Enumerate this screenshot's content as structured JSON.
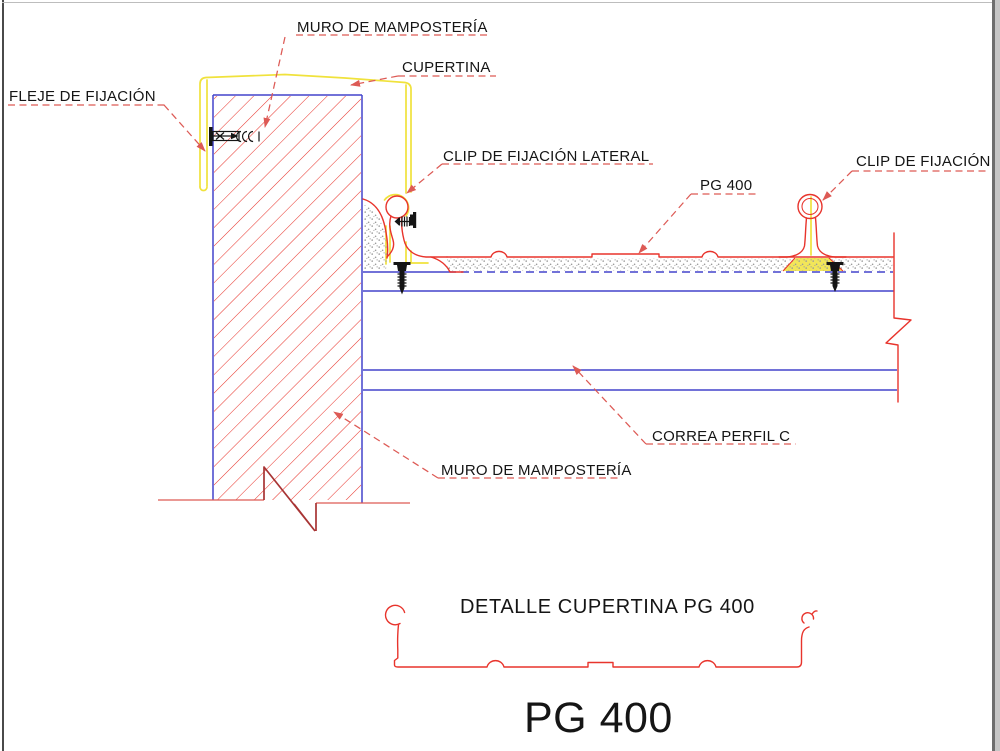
{
  "labels": {
    "muro_top": "MURO DE MAMPOSTERÍA",
    "cupertina": "CUPERTINA",
    "fleje": "FLEJE DE FIJACIÓN",
    "clip_lateral": "CLIP DE FIJACIÓN LATERAL",
    "pg400_callout": "PG 400",
    "clip": "CLIP DE FIJACIÓN",
    "correa": "CORREA PERFIL C",
    "muro_bottom": "MURO DE MAMPOSTERÍA"
  },
  "titles": {
    "detail": "DETALLE CUPERTINA PG 400",
    "main": "PG 400"
  },
  "colors": {
    "line_red": "#e8342c",
    "dash_red": "#dd5a55",
    "break_red": "#a83434",
    "line_blue": "#4444cc",
    "line_yellow": "#f0e23c",
    "stipple_gray": "#9a9a9a",
    "ink_black": "#151515",
    "frame_dark": "#4a4a4a",
    "frame_light": "#c6c6c6"
  }
}
